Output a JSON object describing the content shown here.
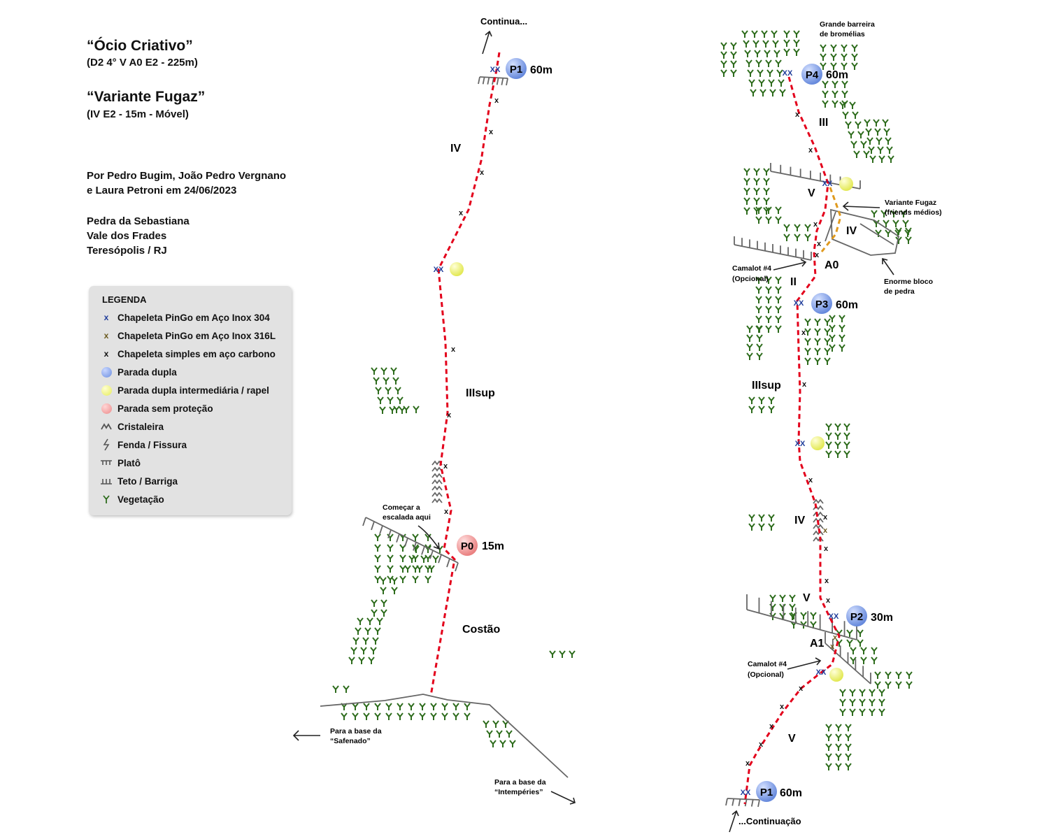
{
  "header": {
    "title1": "“Ócio Criativo”",
    "sub1": "(D2 4° V A0 E2 - 225m)",
    "title2": "“Variante Fugaz”",
    "sub2": "(IV E2 - 15m - Móvel)",
    "credit1": "Por Pedro Bugim, João Pedro Vergnano",
    "credit2": "e Laura Petroni em 24/06/2023",
    "place1": "Pedra da Sebastiana",
    "place2": "Vale dos Frades",
    "place3": "Teresópolis / RJ"
  },
  "legend": {
    "title": "LEGENDA",
    "items": [
      {
        "label": "Chapeleta PinGo em Aço Inox 304",
        "icon": "x-blue-icon"
      },
      {
        "label": "Chapeleta PinGo em Aço Inox 316L",
        "icon": "x-olive-icon"
      },
      {
        "label": "Chapeleta simples em aço carbono",
        "icon": "x-black-icon"
      },
      {
        "label": "Parada dupla",
        "icon": "blue-dot-icon"
      },
      {
        "label": "Parada dupla intermediária / rapel",
        "icon": "yellow-dot-icon"
      },
      {
        "label": "Parada sem proteção",
        "icon": "pink-dot-icon"
      },
      {
        "label": "Cristaleira",
        "icon": "crystal-icon"
      },
      {
        "label": "Fenda / Fissura",
        "icon": "crack-icon"
      },
      {
        "label": "Platô",
        "icon": "ledge-icon"
      },
      {
        "label": "Teto / Barriga",
        "icon": "roof-icon"
      },
      {
        "label": "Vegetação",
        "icon": "plant-icon"
      }
    ]
  },
  "colors": {
    "route": "#e3001b",
    "variant": "#e09a1e",
    "bolt_inox": "#1f3c9a",
    "bolt_316": "#6b5a1e",
    "anchor_blue": "#7f9ee8",
    "anchor_yellow": "#eef27a",
    "anchor_pink": "#f0a0a0",
    "vegetation": "#2f6d1e",
    "rock": "#666666"
  },
  "left": {
    "top_note": "Continua...",
    "stations": {
      "p1": {
        "label": "P1",
        "length": "60m"
      },
      "p0": {
        "label": "P0",
        "length": "15m"
      }
    },
    "grades": {
      "g1": "IV",
      "g2": "IIIsup",
      "g3": "Costão"
    },
    "start_note1": "Começar a",
    "start_note2": "escalada aqui",
    "base1_a": "Para a base da",
    "base1_b": "“Safenado”",
    "base2_a": "Para a base da",
    "base2_b": "“Intempéries”",
    "anchor_bolt": "XX",
    "bolt": "X"
  },
  "right": {
    "top_note1": "Grande barreira",
    "top_note2": "de bromélias",
    "bottom_note": "...Continuação",
    "stations": {
      "p4": {
        "label": "P4",
        "length": "60m"
      },
      "p3": {
        "label": "P3",
        "length": "60m"
      },
      "p2": {
        "label": "P2",
        "length": "30m"
      },
      "p1": {
        "label": "P1",
        "length": "60m"
      }
    },
    "grades": {
      "g1": "III",
      "g2": "V",
      "g3": "IV",
      "g4": "A0",
      "g5": "II",
      "g6": "IIIsup",
      "g7": "IV",
      "g8": "V",
      "g9": "A1",
      "g10": "V"
    },
    "variant1": "Variante Fugaz",
    "variant2": "(friends médios)",
    "block1": "Enorme bloco",
    "block2": "de pedra",
    "camalot1_a": "Camalot #4",
    "camalot1_b": "(Opcional)",
    "camalot2_a": "Camalot #4",
    "camalot2_b": "(Opcional)"
  }
}
